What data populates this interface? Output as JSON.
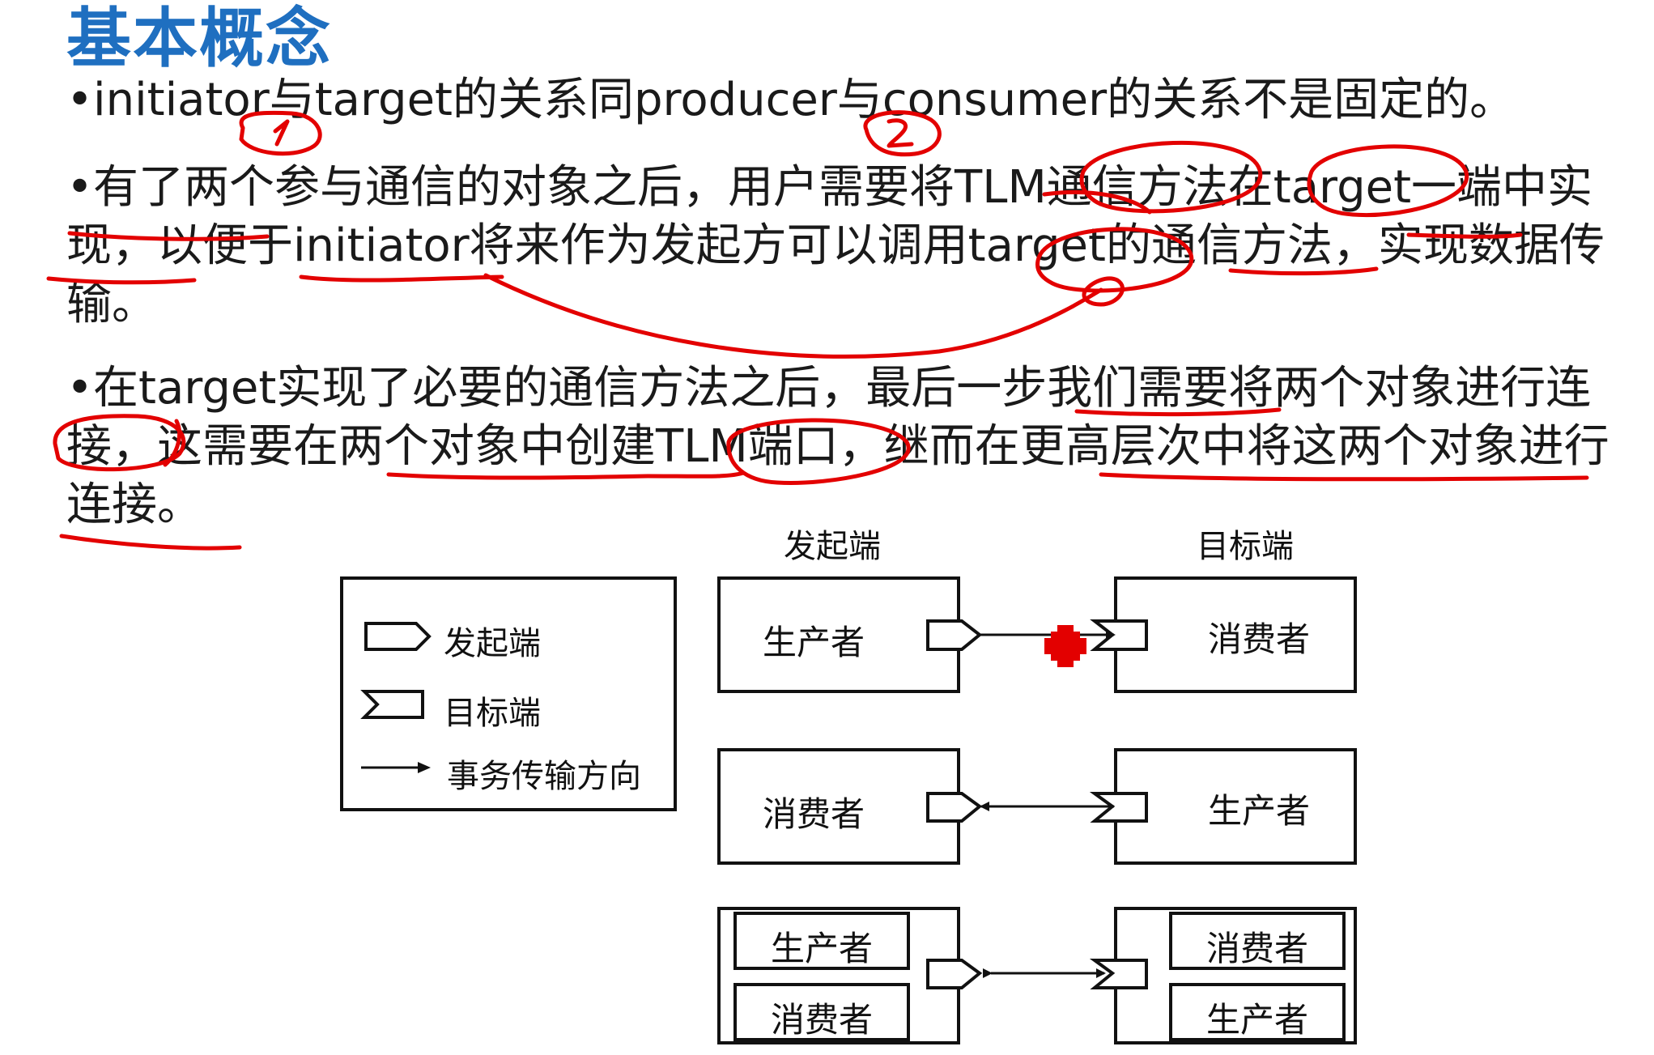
{
  "slide": {
    "title": "基本概念",
    "paragraphs": [
      "•initiator与target的关系同producer与consumer的关系不是固定的。",
      "•有了两个参与通信的对象之后，用户需要将TLM通信方法在target一端中实现，以便于initiator将来作为发起方可以调用target的通信方法，实现数据传输。",
      "•在target实现了必要的通信方法之后，最后一步我们需要将两个对象进行连接，这需要在两个对象中创建TLM端口，继而在更高层次中将这两个对象进行连接。"
    ]
  },
  "diagram": {
    "column_headers": {
      "initiator": "发起端",
      "target": "目标端"
    },
    "legend": {
      "initiator_label": "发起端",
      "target_label": "目标端",
      "arrow_label": "事务传输方向"
    },
    "rows": [
      {
        "left": [
          "生产者"
        ],
        "right": [
          "消费者"
        ],
        "direction": "left-to-right"
      },
      {
        "left": [
          "消费者"
        ],
        "right": [
          "生产者"
        ],
        "direction": "right-to-left"
      },
      {
        "left": [
          "生产者",
          "消费者"
        ],
        "right": [
          "消费者",
          "生产者"
        ],
        "direction": "bidirectional"
      }
    ]
  },
  "colors": {
    "title": "#1f6fc0",
    "annotation": "#e30000",
    "text": "#1a1a1a"
  }
}
